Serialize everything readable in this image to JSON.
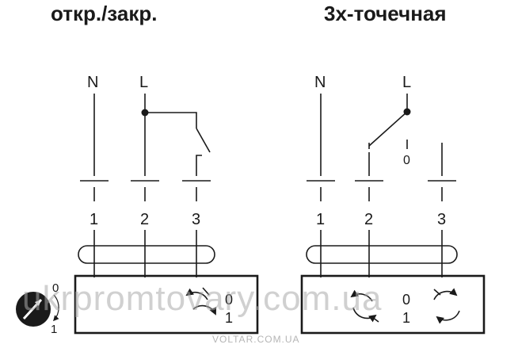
{
  "diagrams": {
    "left": {
      "title": "откр./закр.",
      "supply_labels": [
        "N",
        "L"
      ],
      "terminals": [
        "1",
        "2",
        "3"
      ],
      "knob_labels": [
        "0",
        "1"
      ],
      "box_labels": [
        "0",
        "1"
      ]
    },
    "right": {
      "title": "3х-точечная",
      "supply_labels": [
        "N",
        "L"
      ],
      "switch_label": "0",
      "terminals": [
        "1",
        "2",
        "3"
      ],
      "box_labels": [
        "0",
        "1"
      ]
    }
  },
  "watermark": {
    "main": "ukrpromtovary.com.ua",
    "small": "VOLTAR.COM.UA"
  }
}
